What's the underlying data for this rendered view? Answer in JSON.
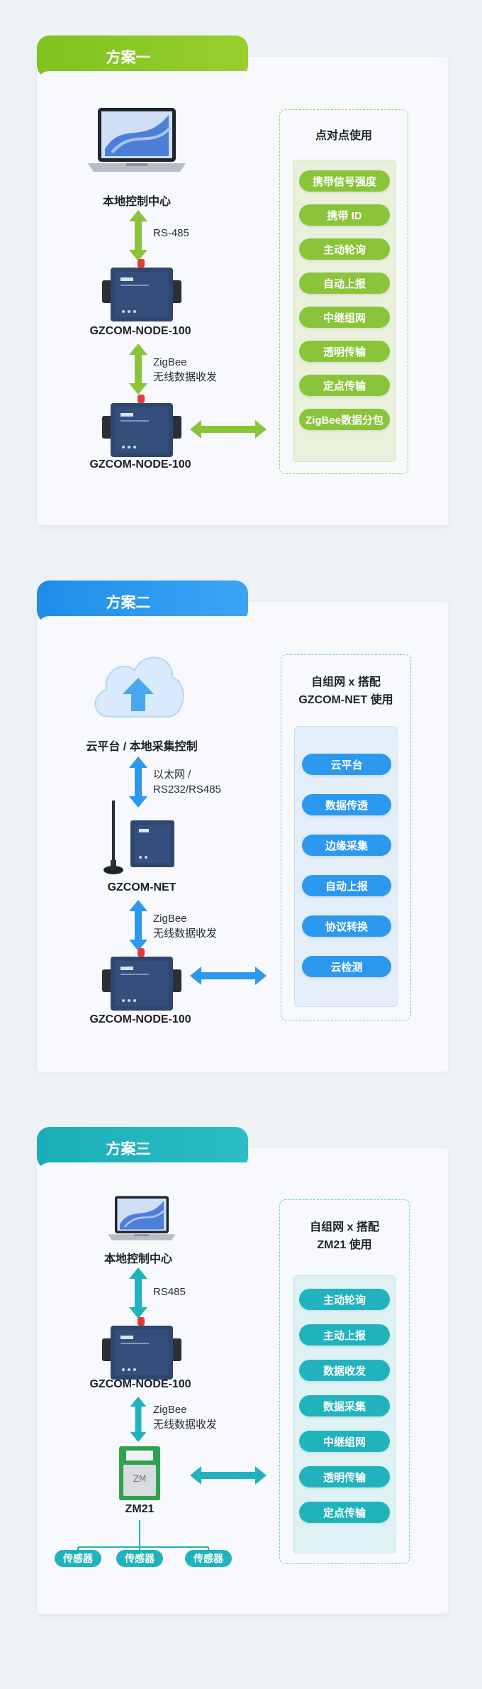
{
  "sections": [
    {
      "tab": "方案一",
      "devices": [
        "本地控制中心",
        "GZCOM-NODE-100",
        "GZCOM-NODE-100"
      ],
      "links": [
        [
          "RS-485"
        ],
        [
          "ZigBee",
          "无线数据收发"
        ]
      ],
      "feature_title": [
        "点对点使用"
      ],
      "features": [
        "携带信号强度",
        "携带 ID",
        "主动轮询",
        "自动上报",
        "中继组网",
        "透明传输",
        "定点传输",
        "ZigBee数据分包"
      ],
      "accent": "#8ac43a"
    },
    {
      "tab": "方案二",
      "devices": [
        "云平台 / 本地采集控制",
        "GZCOM-NET",
        "GZCOM-NODE-100"
      ],
      "links": [
        [
          "以太网 /",
          "RS232/RS485"
        ],
        [
          "ZigBee",
          "无线数据收发"
        ]
      ],
      "feature_title": [
        "自组网 x 搭配",
        "GZCOM-NET 使用"
      ],
      "features": [
        "云平台",
        "数据传透",
        "边缘采集",
        "自动上报",
        "协议转换",
        "云检测"
      ],
      "accent": "#2c98ee"
    },
    {
      "tab": "方案三",
      "devices": [
        "本地控制中心",
        "GZCOM-NODE-100",
        "ZM21"
      ],
      "links": [
        [
          "RS485"
        ],
        [
          "ZigBee",
          "无线数据收发"
        ]
      ],
      "feature_title": [
        "自组网 x 搭配",
        "ZM21 使用"
      ],
      "features": [
        "主动轮询",
        "主动上报",
        "数据收发",
        "数据采集",
        "中继组网",
        "透明传输",
        "定点传输"
      ],
      "sensors": [
        "传感器",
        "传感器",
        "传感器"
      ],
      "accent": "#21b3bd"
    }
  ]
}
